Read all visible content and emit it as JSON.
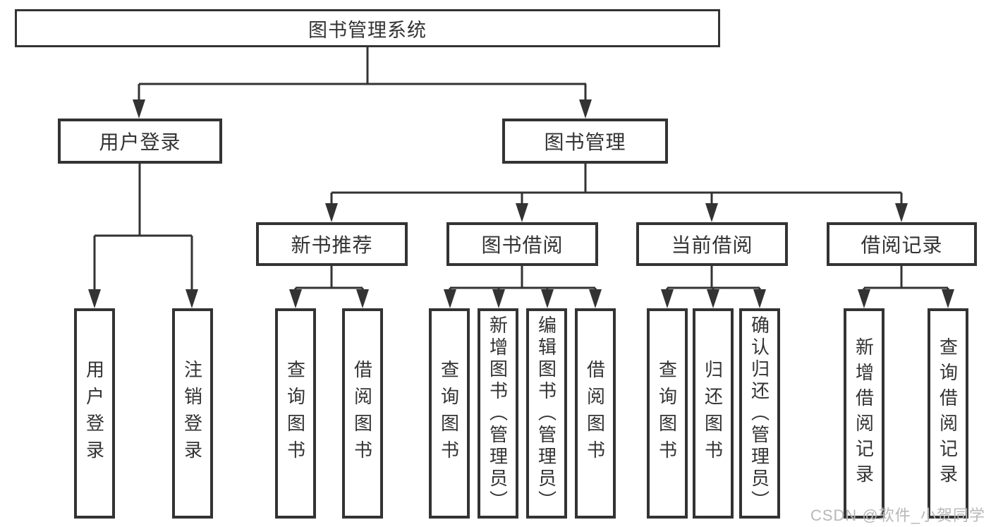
{
  "diagram": {
    "root": {
      "label": "图书管理系统"
    },
    "branches": [
      {
        "label": "用户登录",
        "children": [
          {
            "label": "用户登录"
          },
          {
            "label": "注销登录"
          }
        ]
      },
      {
        "label": "图书管理",
        "sections": [
          {
            "label": "新书推荐",
            "children": [
              {
                "label": "查询图书"
              },
              {
                "label": "借阅图书"
              }
            ]
          },
          {
            "label": "图书借阅",
            "children": [
              {
                "label": "查询图书"
              },
              {
                "label": "新增图书（管理员）"
              },
              {
                "label": "编辑图书（管理员）"
              },
              {
                "label": "借阅图书"
              }
            ]
          },
          {
            "label": "当前借阅",
            "children": [
              {
                "label": "查询图书"
              },
              {
                "label": "归还图书"
              },
              {
                "label": "确认归还（管理员）"
              }
            ]
          },
          {
            "label": "借阅记录",
            "children": [
              {
                "label": "新增借阅记录"
              },
              {
                "label": "查询借阅记录"
              }
            ]
          }
        ]
      }
    ]
  },
  "watermark": {
    "text": "CSDN @软件_小贺同学"
  },
  "colors": {
    "line": "#333333",
    "text": "#333333",
    "watermark": "#b8b8b8",
    "background": "#ffffff"
  }
}
